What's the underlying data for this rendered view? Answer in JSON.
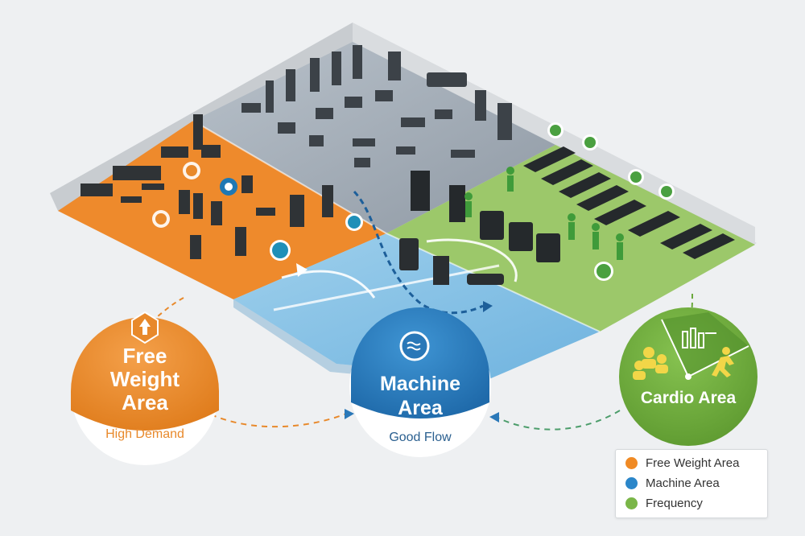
{
  "zones": {
    "free_weight": {
      "title_line1": "Free",
      "title_line2": "Weight",
      "title_line3": "Area",
      "subtitle": "High Demand",
      "color": "#e8892b"
    },
    "machine": {
      "title_line1": "Machine",
      "title_line2": "Area",
      "subtitle": "Good Flow",
      "color": "#2a78b8"
    },
    "cardio": {
      "title": "Cardio Area",
      "color": "#6aa83c"
    }
  },
  "legend": {
    "items": [
      {
        "label": "Free Weight Area",
        "color": "#f08a24"
      },
      {
        "label": "Machine Area",
        "color": "#2b86c9"
      },
      {
        "label": "Frequency",
        "color": "#7ab648"
      }
    ]
  },
  "icons": [
    "arrow-up-icon",
    "waves-icon",
    "people-icon",
    "runner-icon",
    "equipment-icon"
  ]
}
